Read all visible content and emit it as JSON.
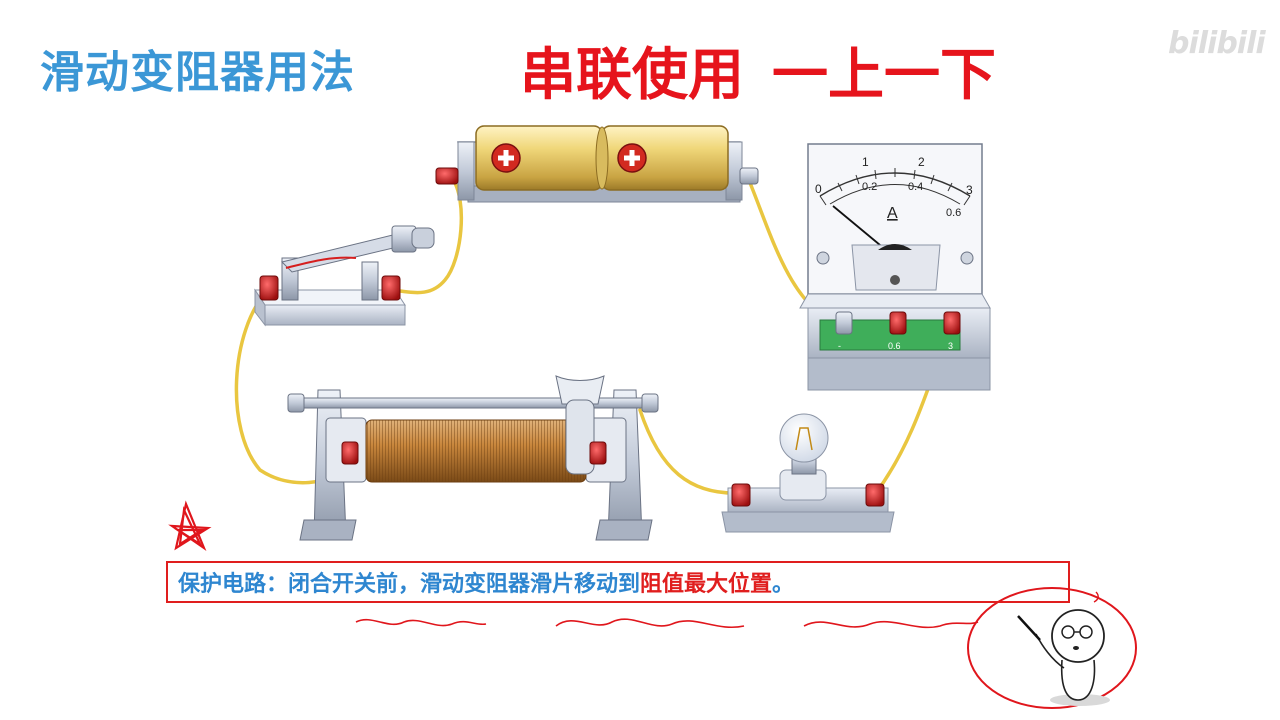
{
  "header": {
    "title": "滑动变阻器用法",
    "subtitle_part1": "串联使用",
    "subtitle_part2": "一上一下",
    "watermark": "bilibili"
  },
  "note": {
    "text_main": "保护电路：闭合开关前，滑动变阻器滑片移动到",
    "text_highlight": "阻值最大位置",
    "text_end": "。"
  },
  "ammeter": {
    "unit": "A",
    "top_scale": [
      "0",
      "1",
      "2",
      "3"
    ],
    "bottom_scale": [
      "0.2",
      "0.4",
      "0.6"
    ],
    "terminals": [
      "-",
      "0.6",
      "3"
    ]
  },
  "colors": {
    "title_blue": "#3b97d6",
    "accent_red": "#e6141c",
    "wire_yellow": "#e9c640",
    "terminal_red": "#c81a1a"
  }
}
